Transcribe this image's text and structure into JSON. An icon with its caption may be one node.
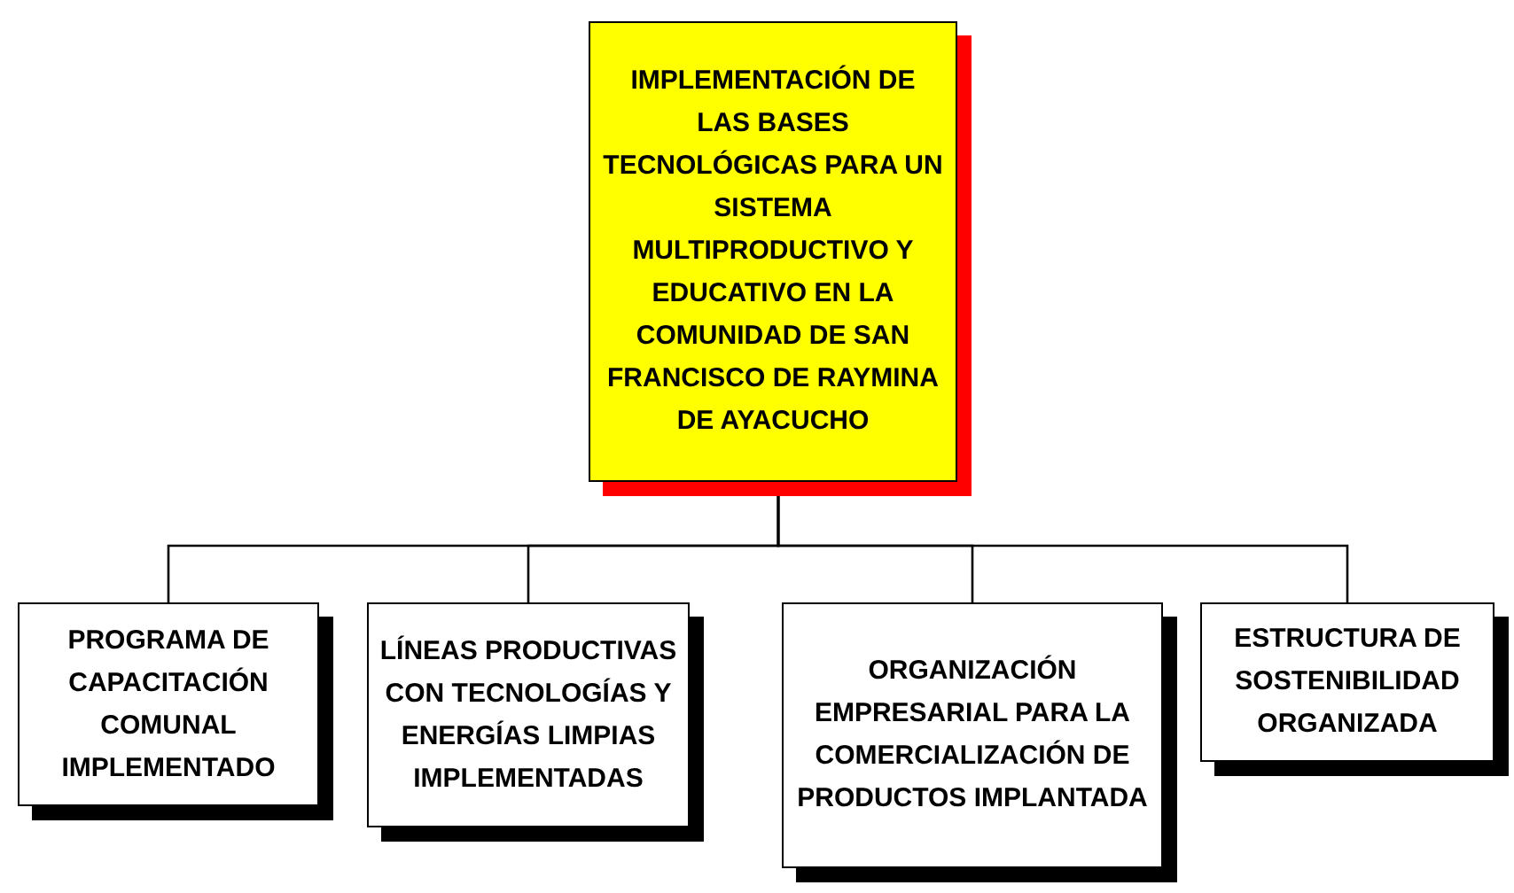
{
  "diagram": {
    "nodes": [
      {
        "text": [
          "IMPLEMENTACIÓN DE LAS BASES TECNOLÓGICAS PARA UN SISTEMA MULTIPRODUCTIVO Y EDUCATIVO EN LA COMUNIDAD DE SAN FRANCISCO DE RAYMINA DE AYACUCHO"
        ]
      },
      {
        "text": [
          "PROGRAMA DE CAPACITACIÓN COMUNAL IMPLEMENTADO"
        ]
      },
      {
        "text": [
          "LÍNEAS PRODUCTIVAS CON TECNOLOGÍAS Y ENERGÍAS LIMPIAS IMPLEMENTADAS"
        ]
      },
      {
        "text": [
          "ORGANIZACIÓN EMPRESARIAL PARA LA COMERCIALIZACIÓN DE PRODUCTOS IMPLANTADA"
        ]
      },
      {
        "text": [
          "ESTRUCTURA DE SOSTENIBILIDAD ORGANIZADA"
        ]
      }
    ],
    "edges": [
      {
        "from": 0,
        "to": 1,
        "arrow": "none"
      },
      {
        "from": 0,
        "to": 2,
        "arrow": "none"
      },
      {
        "from": 0,
        "to": 3,
        "arrow": "none"
      },
      {
        "from": 0,
        "to": 4,
        "arrow": "none"
      }
    ]
  }
}
